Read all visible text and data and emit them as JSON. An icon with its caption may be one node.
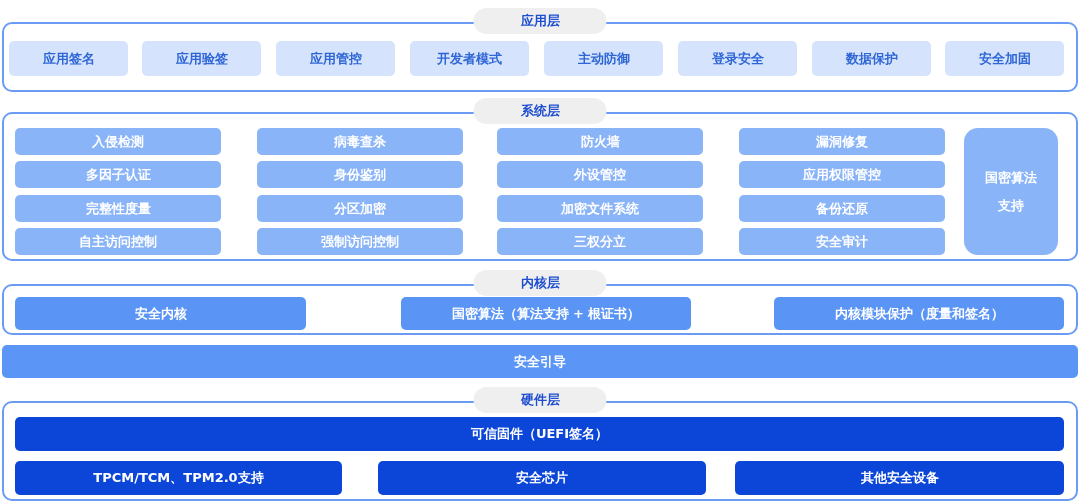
{
  "diagram": {
    "nodes": [
      {
        "text": [
          "应用层"
        ]
      },
      {
        "text": [
          "应用签名"
        ],
        "in": 0
      },
      {
        "text": [
          "应用验签"
        ],
        "in": 0
      },
      {
        "text": [
          "应用管控"
        ],
        "in": 0
      },
      {
        "text": [
          "开发者模式"
        ],
        "in": 0
      },
      {
        "text": [
          "主动防御"
        ],
        "in": 0
      },
      {
        "text": [
          "登录安全"
        ],
        "in": 0
      },
      {
        "text": [
          "数据保护"
        ],
        "in": 0
      },
      {
        "text": [
          "安全加固"
        ],
        "in": 0
      },
      {
        "text": [
          "系统层"
        ]
      },
      {
        "text": [
          "入侵检测"
        ],
        "in": 9
      },
      {
        "text": [
          "病毒查杀"
        ],
        "in": 9
      },
      {
        "text": [
          "防火墙"
        ],
        "in": 9
      },
      {
        "text": [
          "漏洞修复"
        ],
        "in": 9
      },
      {
        "text": [
          "国密算法支持"
        ],
        "in": 9
      },
      {
        "text": [
          "多因子认证"
        ],
        "in": 9
      },
      {
        "text": [
          "身份鉴别"
        ],
        "in": 9
      },
      {
        "text": [
          "外设管控"
        ],
        "in": 9
      },
      {
        "text": [
          "应用权限管控"
        ],
        "in": 9
      },
      {
        "text": [
          "完整性度量"
        ],
        "in": 9
      },
      {
        "text": [
          "分区加密"
        ],
        "in": 9
      },
      {
        "text": [
          "加密文件系统"
        ],
        "in": 9
      },
      {
        "text": [
          "备份还原"
        ],
        "in": 9
      },
      {
        "text": [
          "自主访问控制"
        ],
        "in": 9
      },
      {
        "text": [
          "强制访问控制"
        ],
        "in": 9
      },
      {
        "text": [
          "三权分立"
        ],
        "in": 9
      },
      {
        "text": [
          "安全审计"
        ],
        "in": 9
      },
      {
        "text": [
          "内核层"
        ]
      },
      {
        "text": [
          "安全内核"
        ],
        "in": 27
      },
      {
        "text": [
          "国密算法（算法支持 + 根证书）"
        ],
        "in": 27
      },
      {
        "text": [
          "内核模块保护（度量和签名）"
        ],
        "in": 27
      },
      {
        "text": [
          "安全引导"
        ]
      },
      {
        "text": [
          "硬件层"
        ]
      },
      {
        "text": [
          "可信固件（UEFI签名）"
        ],
        "in": 32
      },
      {
        "text": [
          "TPCM/TCM、TPM2.0支持"
        ],
        "in": 32
      },
      {
        "text": [
          "安全芯片"
        ],
        "in": 32
      },
      {
        "text": [
          "其他安全设备"
        ],
        "in": 32
      }
    ]
  }
}
